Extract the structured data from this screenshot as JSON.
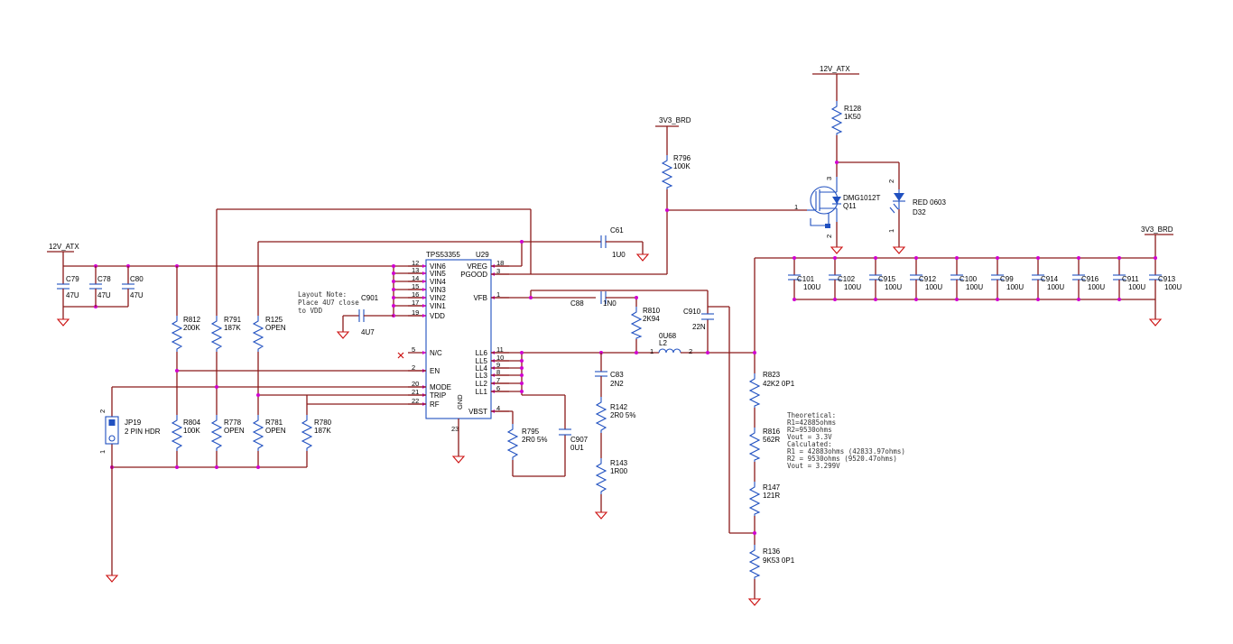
{
  "ic": {
    "ref": "U29",
    "part": "TPS53355",
    "gnd_pin_label": "GND",
    "gnd_pin_num": "23",
    "pins_left": [
      {
        "num": "12",
        "name": "VIN6"
      },
      {
        "num": "13",
        "name": "VIN5"
      },
      {
        "num": "14",
        "name": "VIN4"
      },
      {
        "num": "15",
        "name": "VIN3"
      },
      {
        "num": "16",
        "name": "VIN2"
      },
      {
        "num": "17",
        "name": "VIN1"
      },
      {
        "num": "19",
        "name": "VDD"
      },
      {
        "num": "5",
        "name": "N/C"
      },
      {
        "num": "2",
        "name": "EN"
      },
      {
        "num": "20",
        "name": "MODE"
      },
      {
        "num": "21",
        "name": "TRIP"
      },
      {
        "num": "22",
        "name": "RF"
      }
    ],
    "pins_right": [
      {
        "num": "18",
        "name": "VREG"
      },
      {
        "num": "3",
        "name": "PGOOD"
      },
      {
        "num": "1",
        "name": "VFB"
      },
      {
        "num": "11",
        "name": "LL6"
      },
      {
        "num": "10",
        "name": "LL5"
      },
      {
        "num": "9",
        "name": "LL4"
      },
      {
        "num": "8",
        "name": "LL3"
      },
      {
        "num": "7",
        "name": "LL2"
      },
      {
        "num": "6",
        "name": "LL1"
      },
      {
        "num": "4",
        "name": "VBST"
      }
    ]
  },
  "nets": {
    "v12_left": "12V_ATX",
    "v12_top": "12V_ATX",
    "v33_brd_top": "3V3_BRD",
    "v33_brd_right": "3V3_BRD"
  },
  "parts": {
    "C79": {
      "ref": "C79",
      "val": "47U"
    },
    "C78": {
      "ref": "C78",
      "val": "47U"
    },
    "C80": {
      "ref": "C80",
      "val": "47U"
    },
    "C901": {
      "ref": "C901",
      "val": "4U7"
    },
    "R812": {
      "ref": "R812",
      "val": "200K"
    },
    "R791": {
      "ref": "R791",
      "val": "187K"
    },
    "R125": {
      "ref": "R125",
      "val": "OPEN"
    },
    "R804": {
      "ref": "R804",
      "val": "100K"
    },
    "R778": {
      "ref": "R778",
      "val": "OPEN"
    },
    "R781": {
      "ref": "R781",
      "val": "OPEN"
    },
    "R780": {
      "ref": "R780",
      "val": "187K"
    },
    "JP19": {
      "ref": "JP19",
      "val": "2 PIN HDR",
      "pin1": "1",
      "pin2": "2"
    },
    "C61": {
      "ref": "C61",
      "val": "1U0"
    },
    "R796": {
      "ref": "R796",
      "val": "100K"
    },
    "R128": {
      "ref": "R128",
      "val": "1K50"
    },
    "Q11": {
      "ref": "Q11",
      "val": "DMG1012T",
      "p1": "1",
      "p2": "2",
      "p3": "3"
    },
    "D32": {
      "ref": "D32",
      "val": "RED 0603",
      "p1": "1",
      "p2": "2"
    },
    "C88": {
      "ref": "C88",
      "val": "1N0"
    },
    "R810": {
      "ref": "R810",
      "val": "2K94"
    },
    "C910": {
      "ref": "C910",
      "val": "22N"
    },
    "L2": {
      "ref": "L2",
      "val": "0U68",
      "p1": "1",
      "p2": "2"
    },
    "C83": {
      "ref": "C83",
      "val": "2N2"
    },
    "R142": {
      "ref": "R142",
      "val": "2R0 5%"
    },
    "R143": {
      "ref": "R143",
      "val": "1R00"
    },
    "R795": {
      "ref": "R795",
      "val": "2R0 5%"
    },
    "C907": {
      "ref": "C907",
      "val": "0U1"
    },
    "R823": {
      "ref": "R823",
      "val": "42K2 0P1"
    },
    "R816": {
      "ref": "R816",
      "val": "562R"
    },
    "R147": {
      "ref": "R147",
      "val": "121R"
    },
    "R136": {
      "ref": "R136",
      "val": "9K53 0P1"
    }
  },
  "out_caps": [
    {
      "ref": "C101",
      "val": "100U"
    },
    {
      "ref": "C102",
      "val": "100U"
    },
    {
      "ref": "C915",
      "val": "100U"
    },
    {
      "ref": "C912",
      "val": "100U"
    },
    {
      "ref": "C100",
      "val": "100U"
    },
    {
      "ref": "C99",
      "val": "100U"
    },
    {
      "ref": "C914",
      "val": "100U"
    },
    {
      "ref": "C916",
      "val": "100U"
    },
    {
      "ref": "C911",
      "val": "100U"
    },
    {
      "ref": "C913",
      "val": "100U"
    }
  ],
  "notes": {
    "layout": [
      "Layout Note:",
      "Place 4U7 close",
      "to VDD"
    ],
    "calc": [
      "Theoretical:",
      "R1=42885ohms",
      "R2=9530ohms",
      "Vout = 3.3V",
      "Calculated:",
      "R1 = 42883ohms (42833.97ohms)",
      "R2 = 9530ohms (9520.47ohms)",
      "Vout = 3.299V"
    ]
  },
  "colors": {
    "wire": "#8b1a1a",
    "component": "#2050c0",
    "junction": "#d000d0",
    "ground": "#cc1010"
  }
}
